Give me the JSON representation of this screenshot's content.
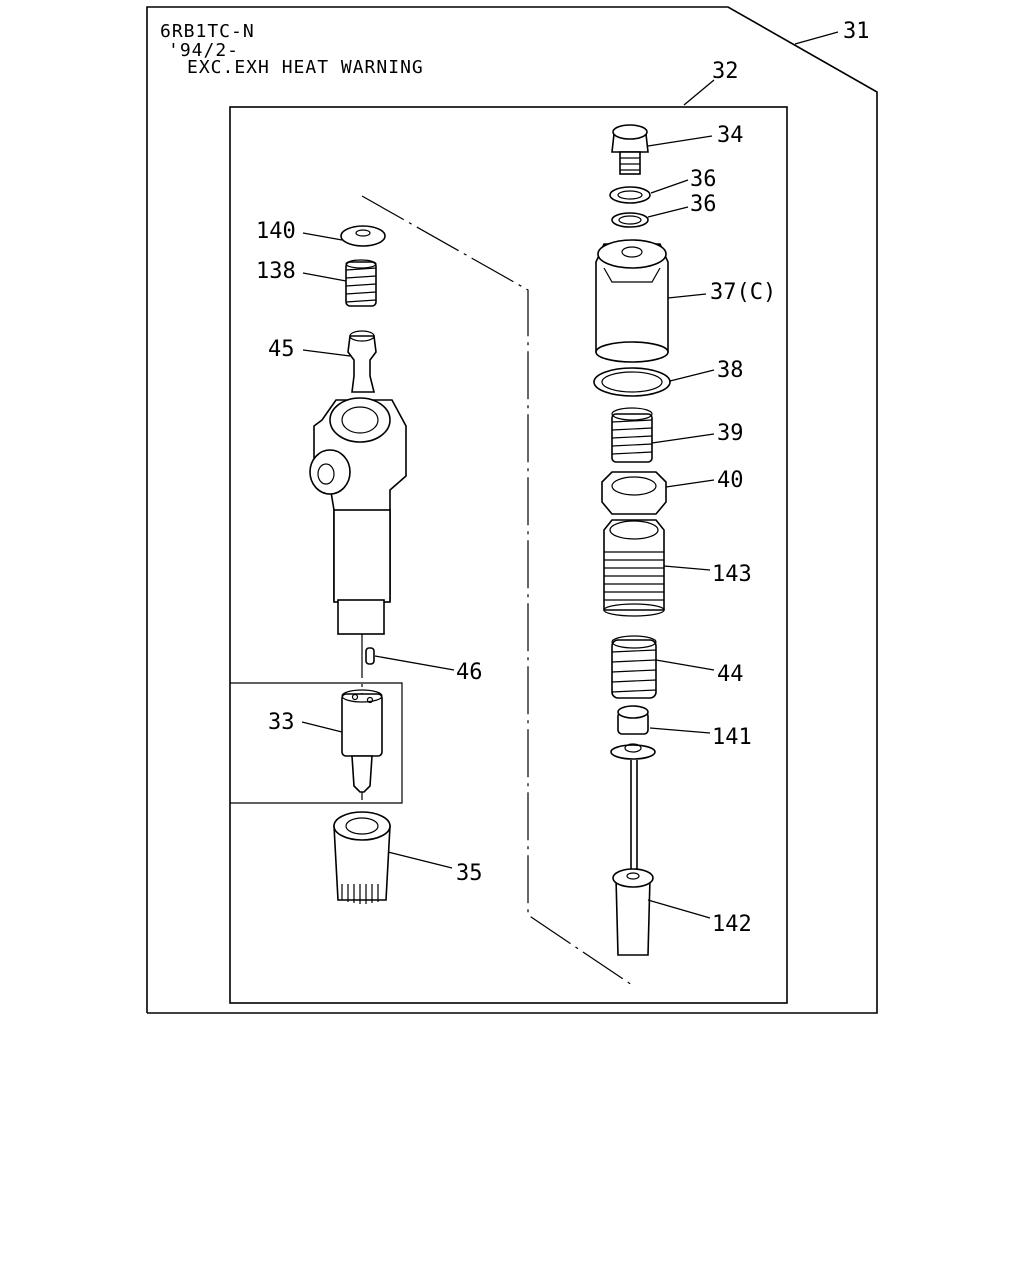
{
  "header": {
    "model": "6RB1TC-N",
    "date": "'94/2-",
    "condition": "EXC.EXH HEAT WARNING"
  },
  "callouts": [
    {
      "id": "31",
      "label": "31"
    },
    {
      "id": "32",
      "label": "32"
    },
    {
      "id": "34",
      "label": "34"
    },
    {
      "id": "36a",
      "label": "36"
    },
    {
      "id": "36b",
      "label": "36"
    },
    {
      "id": "37",
      "label": "37(C)"
    },
    {
      "id": "38",
      "label": "38"
    },
    {
      "id": "39",
      "label": "39"
    },
    {
      "id": "40",
      "label": "40"
    },
    {
      "id": "143",
      "label": "143"
    },
    {
      "id": "44",
      "label": "44"
    },
    {
      "id": "141",
      "label": "141"
    },
    {
      "id": "142",
      "label": "142"
    },
    {
      "id": "140",
      "label": "140"
    },
    {
      "id": "138",
      "label": "138"
    },
    {
      "id": "45",
      "label": "45"
    },
    {
      "id": "46",
      "label": "46"
    },
    {
      "id": "33",
      "label": "33"
    },
    {
      "id": "35",
      "label": "35"
    }
  ]
}
